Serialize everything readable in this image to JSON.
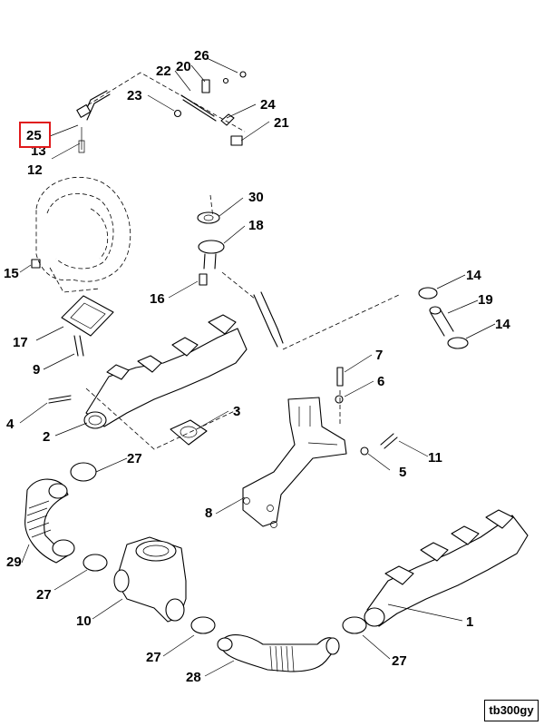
{
  "diagram": {
    "figure_code": "tb300gy",
    "highlighted_callout": "25",
    "callouts": [
      {
        "id": "c1",
        "label": "1"
      },
      {
        "id": "c2",
        "label": "2"
      },
      {
        "id": "c3",
        "label": "3"
      },
      {
        "id": "c4",
        "label": "4"
      },
      {
        "id": "c5",
        "label": "5"
      },
      {
        "id": "c6",
        "label": "6"
      },
      {
        "id": "c7",
        "label": "7"
      },
      {
        "id": "c8",
        "label": "8"
      },
      {
        "id": "c9",
        "label": "9"
      },
      {
        "id": "c10",
        "label": "10"
      },
      {
        "id": "c11",
        "label": "11"
      },
      {
        "id": "c12",
        "label": "12"
      },
      {
        "id": "c13",
        "label": "13"
      },
      {
        "id": "c14a",
        "label": "14"
      },
      {
        "id": "c14b",
        "label": "14"
      },
      {
        "id": "c15",
        "label": "15"
      },
      {
        "id": "c16",
        "label": "16"
      },
      {
        "id": "c17",
        "label": "17"
      },
      {
        "id": "c18",
        "label": "18"
      },
      {
        "id": "c19",
        "label": "19"
      },
      {
        "id": "c20",
        "label": "20"
      },
      {
        "id": "c21",
        "label": "21"
      },
      {
        "id": "c22",
        "label": "22"
      },
      {
        "id": "c23",
        "label": "23"
      },
      {
        "id": "c24",
        "label": "24"
      },
      {
        "id": "c25",
        "label": "25"
      },
      {
        "id": "c26",
        "label": "26"
      },
      {
        "id": "c27a",
        "label": "27"
      },
      {
        "id": "c27b",
        "label": "27"
      },
      {
        "id": "c27c",
        "label": "27"
      },
      {
        "id": "c27d",
        "label": "27"
      },
      {
        "id": "c28",
        "label": "28"
      },
      {
        "id": "c29",
        "label": "29"
      },
      {
        "id": "c30",
        "label": "30"
      }
    ],
    "colors": {
      "line": "#000000",
      "background": "#ffffff",
      "highlight": "#e0191b"
    }
  }
}
